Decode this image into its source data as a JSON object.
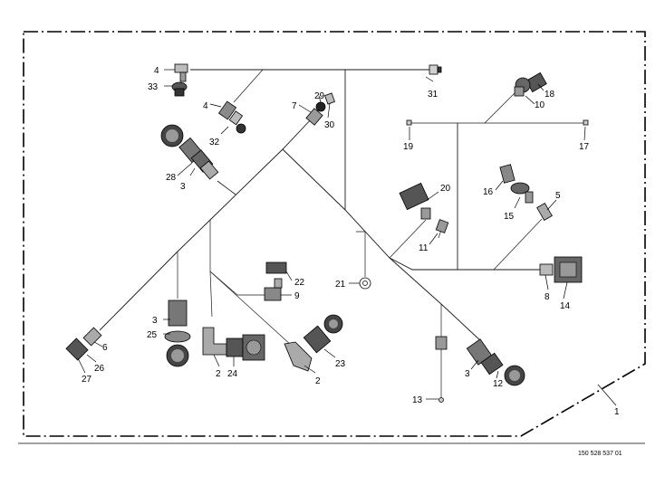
{
  "document_number": "150 528 537 01",
  "labels": {
    "l1": "1",
    "l2a": "2",
    "l2b": "2",
    "l3a": "3",
    "l3b": "3",
    "l3c": "3",
    "l4a": "4",
    "l4b": "4",
    "l5": "5",
    "l6": "6",
    "l7": "7",
    "l8": "8",
    "l9": "9",
    "l10": "10",
    "l11": "11",
    "l12": "12",
    "l13": "13",
    "l14": "14",
    "l15": "15",
    "l16": "16",
    "l17": "17",
    "l18": "18",
    "l19": "19",
    "l20": "20",
    "l21": "21",
    "l22": "22",
    "l23": "23",
    "l24": "24",
    "l25": "25",
    "l26": "26",
    "l27": "27",
    "l28": "28",
    "l29": "29",
    "l30": "30",
    "l31": "31",
    "l32": "32",
    "l33": "33"
  },
  "colors": {
    "line": "#000000",
    "component_fill": "#7a7a7a",
    "component_dark": "#333333",
    "background": "#ffffff"
  }
}
